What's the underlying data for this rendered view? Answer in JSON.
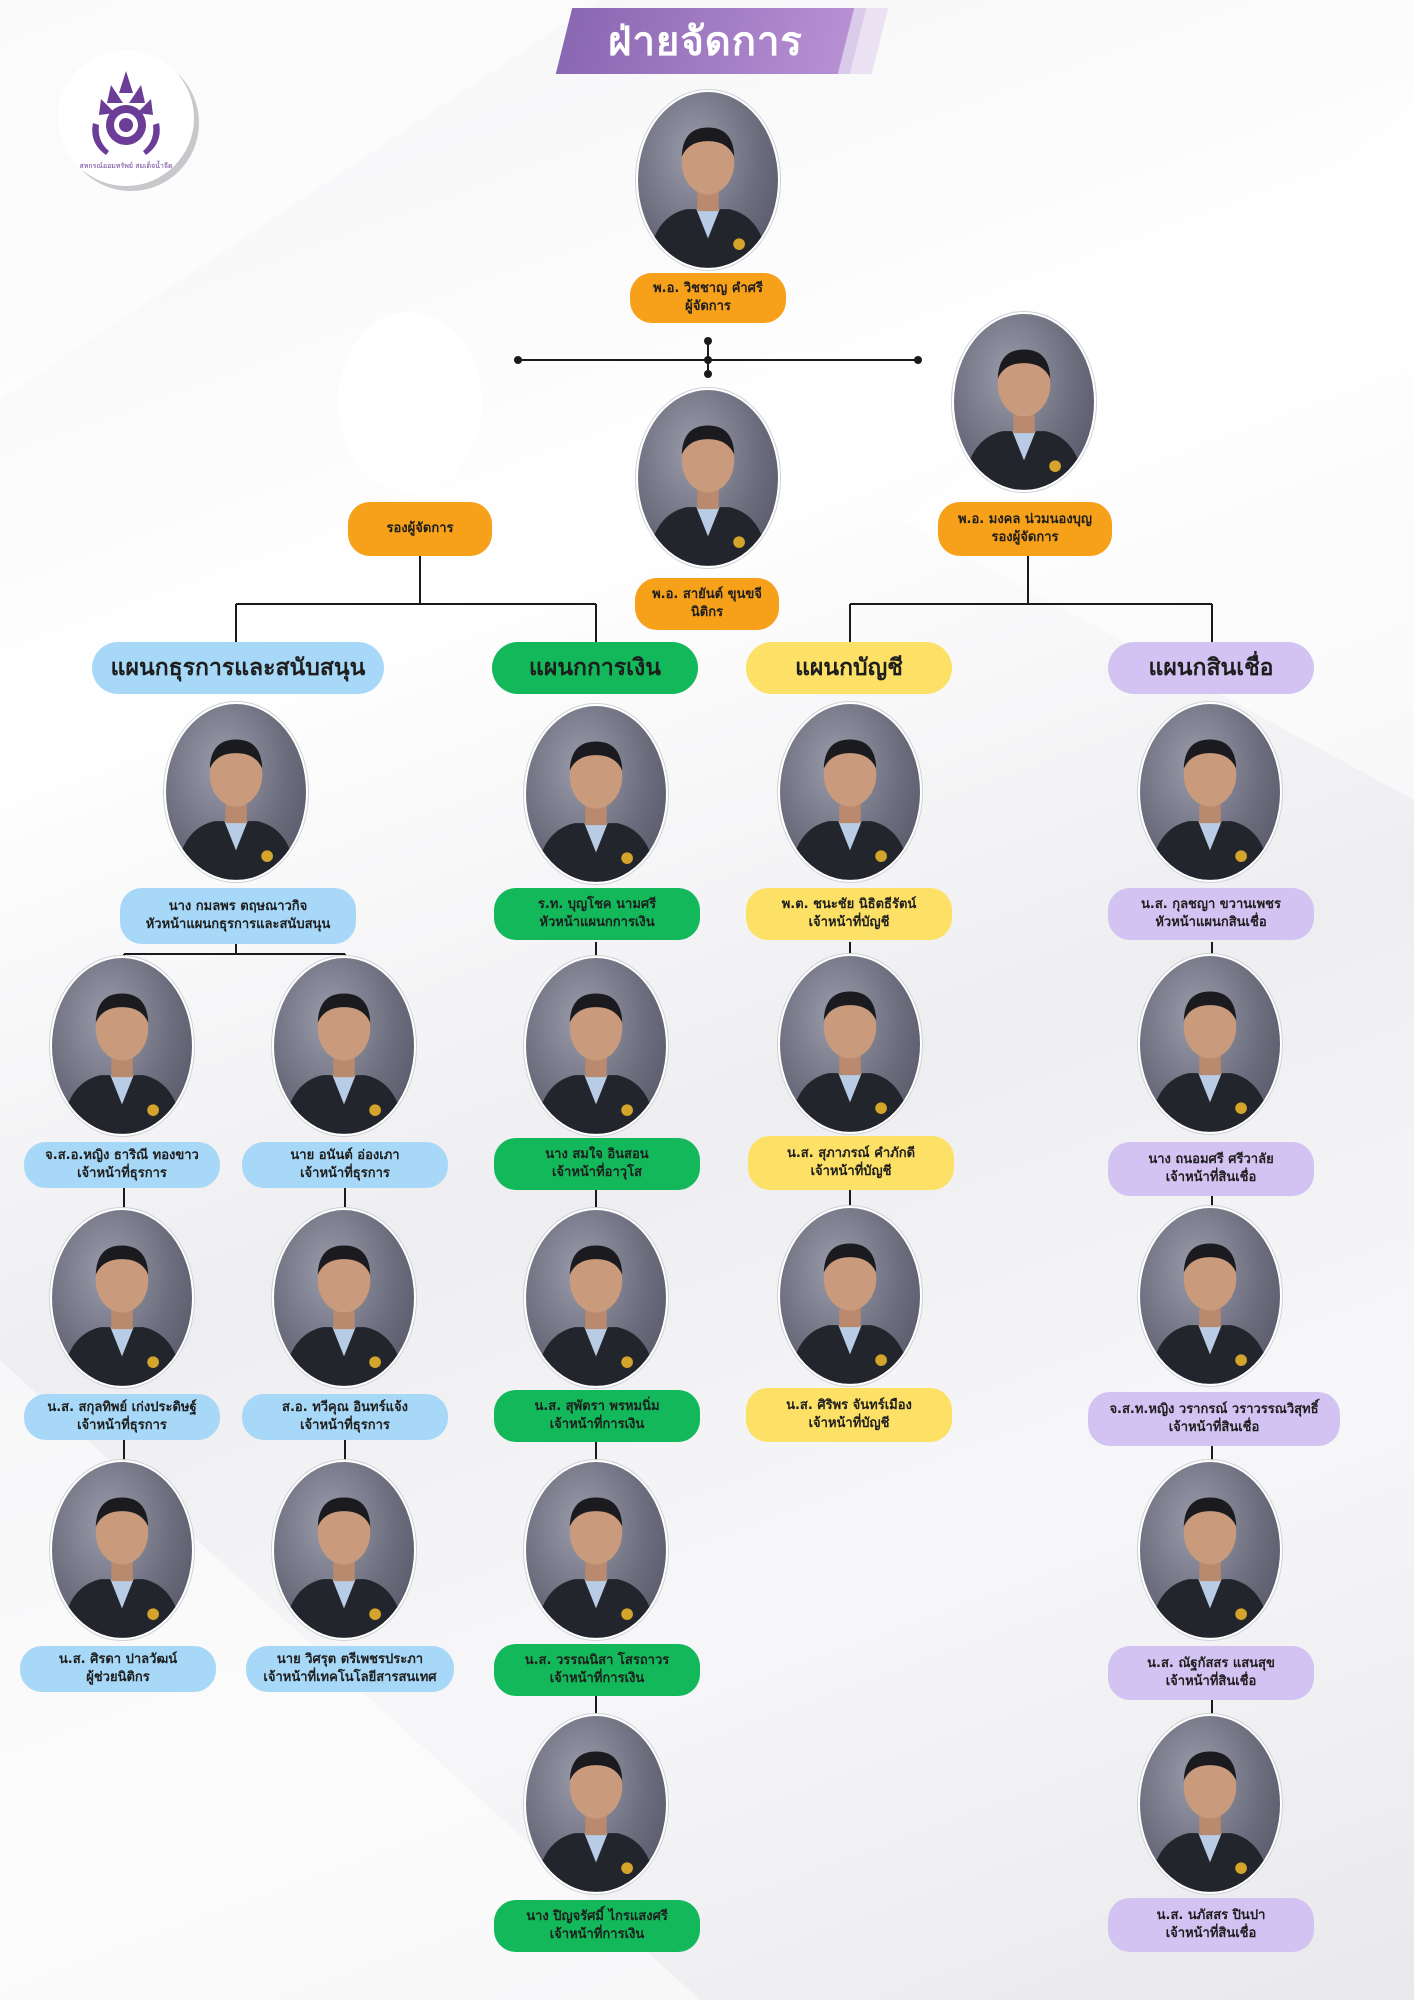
{
  "header": {
    "title": "ฝ่ายจัดการ"
  },
  "logo": {
    "text": "สหกรณ์ออมทรัพย์ สมเด็จน้ำจืด"
  },
  "colors": {
    "orange": "#f7a11a",
    "blue": "#a8d8f7",
    "green": "#12b85a",
    "yellow": "#fde066",
    "purple": "#d3c3f2",
    "title": "#8a67b2"
  },
  "top": {
    "manager": {
      "name": "พ.อ. วิชชาญ คำศรี",
      "role": "ผู้จัดการ"
    },
    "deputy_vacant": {
      "role": "รองผู้จัดการ"
    },
    "legal": {
      "name": "พ.อ. สายันต์ ขุนขจี",
      "role": "นิติกร"
    },
    "deputy": {
      "name": "พ.อ. มงคล น่วมนองบุญ",
      "role": "รองผู้จัดการ"
    }
  },
  "departments": {
    "admin": {
      "title": "แผนกธุรการและสนับสนุน",
      "head": {
        "name": "นาง กมลพร ตฤษณาวกิจ",
        "role": "หัวหน้าแผนกธุรการและสนับสนุน"
      },
      "left": [
        {
          "name": "จ.ส.อ.หญิง ธาริณี ทองขาว",
          "role": "เจ้าหน้าที่ธุรการ"
        },
        {
          "name": "น.ส. สกุลทิพย์ เก่งประดิษฐ์",
          "role": "เจ้าหน้าที่ธุรการ"
        },
        {
          "name": "น.ส. ศิรดา ปาลวัฒน์",
          "role": "ผู้ช่วยนิติกร"
        }
      ],
      "right": [
        {
          "name": "นาย อนันต์ อ่องเภา",
          "role": "เจ้าหน้าที่ธุรการ"
        },
        {
          "name": "ส.อ. ทวีคุณ อินทร์แจ้ง",
          "role": "เจ้าหน้าที่ธุรการ"
        },
        {
          "name": "นาย วิศรุต ตรีเพชรประภา",
          "role": "เจ้าหน้าที่เทคโนโลยีสารสนเทศ"
        }
      ]
    },
    "finance": {
      "title": "แผนกการเงิน",
      "members": [
        {
          "name": "ร.ท. บุญโชค นามศรี",
          "role": "หัวหน้าแผนกการเงิน"
        },
        {
          "name": "นาง สมใจ อินสอน",
          "role": "เจ้าหน้าที่อาวุโส"
        },
        {
          "name": "น.ส. สุพัตรา พรหมนิ่ม",
          "role": "เจ้าหน้าที่การเงิน"
        },
        {
          "name": "น.ส. วรรณนิสา โสรถาวร",
          "role": "เจ้าหน้าที่การเงิน"
        },
        {
          "name": "นาง ปิญจรัศมิ์ ไกรแสงศรี",
          "role": "เจ้าหน้าที่การเงิน"
        }
      ]
    },
    "accounting": {
      "title": "แผนกบัญชี",
      "members": [
        {
          "name": "พ.ต. ชนะชัย นิธิตธีรัตน์",
          "role": "เจ้าหน้าที่บัญชี"
        },
        {
          "name": "น.ส. สุภาภรณ์ คำภักดี",
          "role": "เจ้าหน้าที่บัญชี"
        },
        {
          "name": "น.ส. ศิริพร จันทร์เมือง",
          "role": "เจ้าหน้าที่บัญชี"
        }
      ]
    },
    "credit": {
      "title": "แผนกสินเชื่อ",
      "members": [
        {
          "name": "น.ส. กุลชญา ขวานเพชร",
          "role": "หัวหน้าแผนกสินเชื่อ"
        },
        {
          "name": "นาง ถนอมศรี ศรีวาลัย",
          "role": "เจ้าหน้าที่สินเชื่อ"
        },
        {
          "name": "จ.ส.ท.หญิง วรากรณ์ วราวรรณวิสุทธิ์",
          "role": "เจ้าหน้าที่สินเชื่อ"
        },
        {
          "name": "น.ส. ณัฐกัสสร แสนสุข",
          "role": "เจ้าหน้าที่สินเชื่อ"
        },
        {
          "name": "น.ส. นภัสสร ปินปา",
          "role": "เจ้าหน้าที่สินเชื่อ"
        }
      ]
    }
  }
}
